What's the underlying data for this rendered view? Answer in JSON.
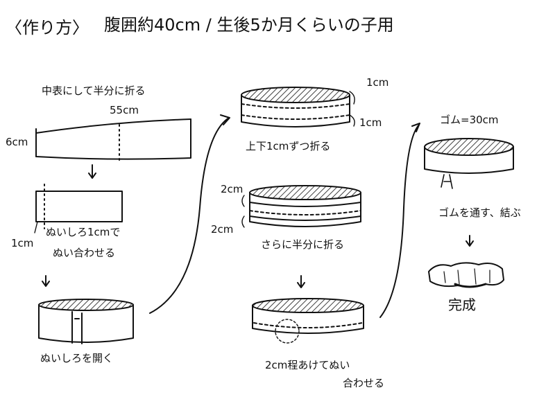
{
  "header": {
    "title": "〈作り方〉",
    "subtitle": "腹囲約40cm / 生後5か月くらいの子用"
  },
  "column1": {
    "step1_caption": "中表にして半分に折る",
    "width_label": "55cm",
    "height_label": "6cm",
    "seam_label": "1cm",
    "step2_caption_line1": "ぬいしろ1cmで",
    "step2_caption_line2": "ぬい合わせる",
    "step3_caption": "ぬいしろを開く"
  },
  "column2": {
    "fold_top_label": "1cm",
    "fold_bottom_label": "1cm",
    "step4_caption": "上下1cmずつ折る",
    "fold2_top_label": "2cm",
    "fold2_bottom_label": "2cm",
    "step5_caption": "さらに半分に折る",
    "step6_caption_line1": "2cm程あけてぬい",
    "step6_caption_line2": "合わせる"
  },
  "column3": {
    "elastic_label": "ゴム=30cm",
    "step7_caption": "ゴムを通す、結ぶ",
    "done_label": "完成"
  }
}
